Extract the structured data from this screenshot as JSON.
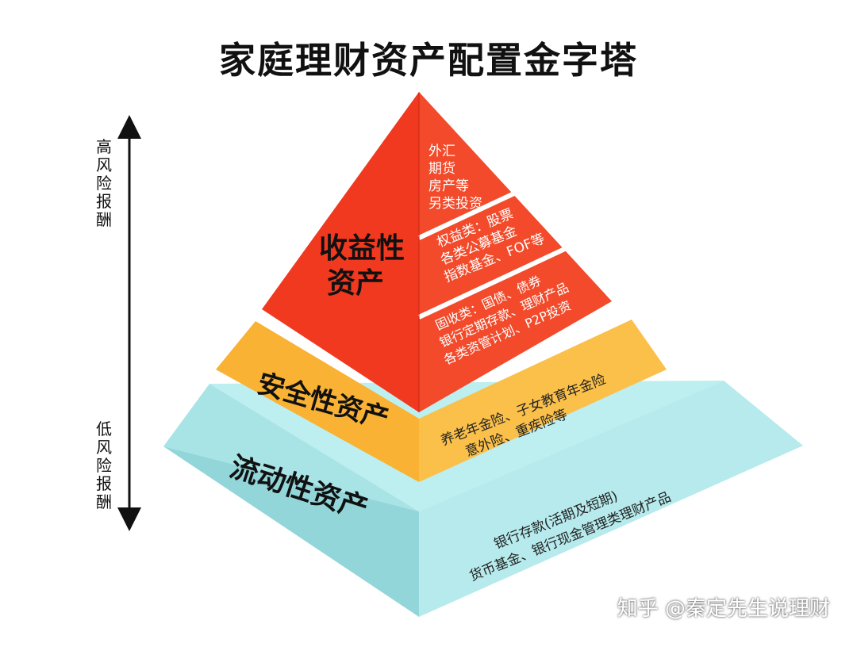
{
  "title": "家庭理财资产配置金字塔",
  "axis": {
    "top_label": "高风险报酬",
    "bottom_label": "低风险报酬"
  },
  "tiers": {
    "returns": {
      "name_line1": "收益性",
      "name_line2": "资产",
      "color": "#f0391f",
      "items": [
        {
          "lines": [
            "外汇",
            "期货",
            "房产等",
            "另类投资"
          ]
        },
        {
          "lines": [
            "权益类：股票",
            "各类公募基金",
            "指数基金、FOF等"
          ]
        },
        {
          "lines": [
            "固收类：国债、债券",
            "银行定期存款、理财产品",
            "各类资管计划、P2P投资"
          ]
        }
      ]
    },
    "safety": {
      "name": "安全性资产",
      "color": "#f9b233",
      "lines": [
        "养老年金险、子女教育年金险",
        "意外险、重疾险等"
      ]
    },
    "liquidity": {
      "name": "流动性资产",
      "color": "#a9e4e6",
      "lines": [
        "银行存款(活期及短期)",
        "货币基金、银行现金管理类理财产品"
      ]
    }
  },
  "watermark": "知乎 @秦定先生说理财"
}
